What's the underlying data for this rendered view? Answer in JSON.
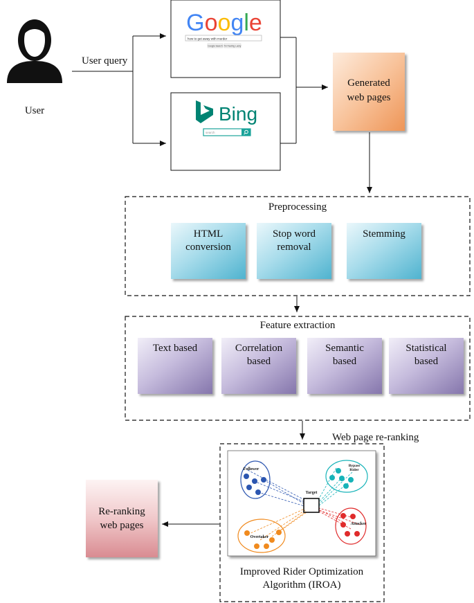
{
  "user": {
    "label": "User",
    "query_label": "User query"
  },
  "google": {
    "logo": "Google",
    "search_text": "how to get away with murder",
    "btn1": "Google Search",
    "btn2": "I'm Feeling Lucky"
  },
  "bing": {
    "logo": "Bing",
    "search_placeholder": "search"
  },
  "generated": {
    "line1": "Generated",
    "line2": "web pages"
  },
  "preprocessing": {
    "title": "Preprocessing",
    "steps": [
      {
        "line1": "HTML",
        "line2": "conversion"
      },
      {
        "line1": "Stop word",
        "line2": "removal"
      },
      {
        "line1": "Stemming",
        "line2": ""
      }
    ]
  },
  "features": {
    "title": "Feature extraction",
    "items": [
      {
        "line1": "Text based",
        "line2": ""
      },
      {
        "line1": "Correlation",
        "line2": "based"
      },
      {
        "line1": "Semantic",
        "line2": "based"
      },
      {
        "line1": "Statistical",
        "line2": "based"
      }
    ]
  },
  "reranking_label": "Web page re-ranking",
  "ioa": {
    "follower": "Follower",
    "bypass1": "Bypass",
    "bypass2": "Rider",
    "target": "Target",
    "overtaker": "Overtaker",
    "attacker": "Attacker",
    "title1": "Improved Rider Optimization",
    "title2": "Algorithm (IROA)"
  },
  "output": {
    "line1": "Re-ranking",
    "line2": "web pages"
  },
  "colors": {
    "google_blue": "#4285F4",
    "google_red": "#EA4335",
    "google_yellow": "#FBBC05",
    "google_green": "#34A853",
    "bing_teal": "#008373",
    "preprocess_box": "#8fd0e0",
    "feature_box": "#b3a7cf",
    "generated_box": "#f7b98a",
    "output_box": "#ecb8bc",
    "follower": "#2c56b0",
    "bypass": "#16b3b8",
    "attacker": "#e02b2b",
    "overtaker": "#f08a1e"
  }
}
